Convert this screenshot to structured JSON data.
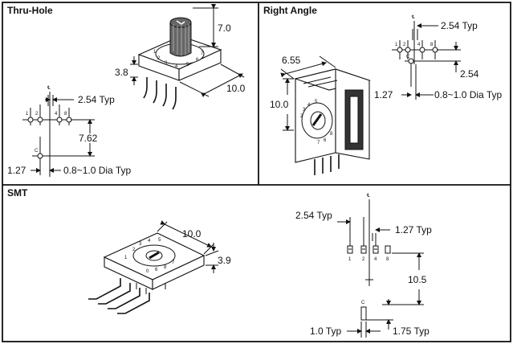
{
  "panels": {
    "thru_hole": {
      "title": "Thru-Hole",
      "centerline": "℄",
      "pins": [
        "1",
        "2",
        "4",
        "8"
      ],
      "common_pin": "C",
      "dial_digits": [
        "1",
        "2",
        "3",
        "4",
        "5",
        "6",
        "7"
      ],
      "dims": {
        "shaft_height": "7.0",
        "body_height": "3.8",
        "width": "10.0",
        "pitch": "2.54 Typ",
        "row_spacing": "7.62",
        "offset": "1.27",
        "hole": "0.8~1.0 Dia Typ"
      }
    },
    "right_angle": {
      "title": "Right Angle",
      "centerline": "℄",
      "pins": [
        "1",
        "2",
        "4",
        "8"
      ],
      "common_pin": "C",
      "dial_digits": [
        "2",
        "3",
        "4",
        "5",
        "6",
        "7",
        "8"
      ],
      "dims": {
        "depth": "6.55",
        "height": "10.0",
        "pitch": "2.54 Typ",
        "row_spacing": "2.54",
        "offset": "1.27",
        "hole": "0.8~1.0 Dia Typ"
      }
    },
    "smt": {
      "title": "SMT",
      "centerline": "℄",
      "pins": [
        "1",
        "2",
        "4",
        "8"
      ],
      "common_pin": "C",
      "dial_digits": [
        "1",
        "2",
        "3",
        "4",
        "5",
        "0",
        "6",
        "8",
        "7"
      ],
      "dims": {
        "width": "10.0",
        "height": "3.9",
        "pitch": "2.54 Typ",
        "offset": "1.27 Typ",
        "row_spacing": "10.5",
        "pad_width": "1.0 Typ",
        "pad_length": "1.75 Typ"
      }
    }
  }
}
